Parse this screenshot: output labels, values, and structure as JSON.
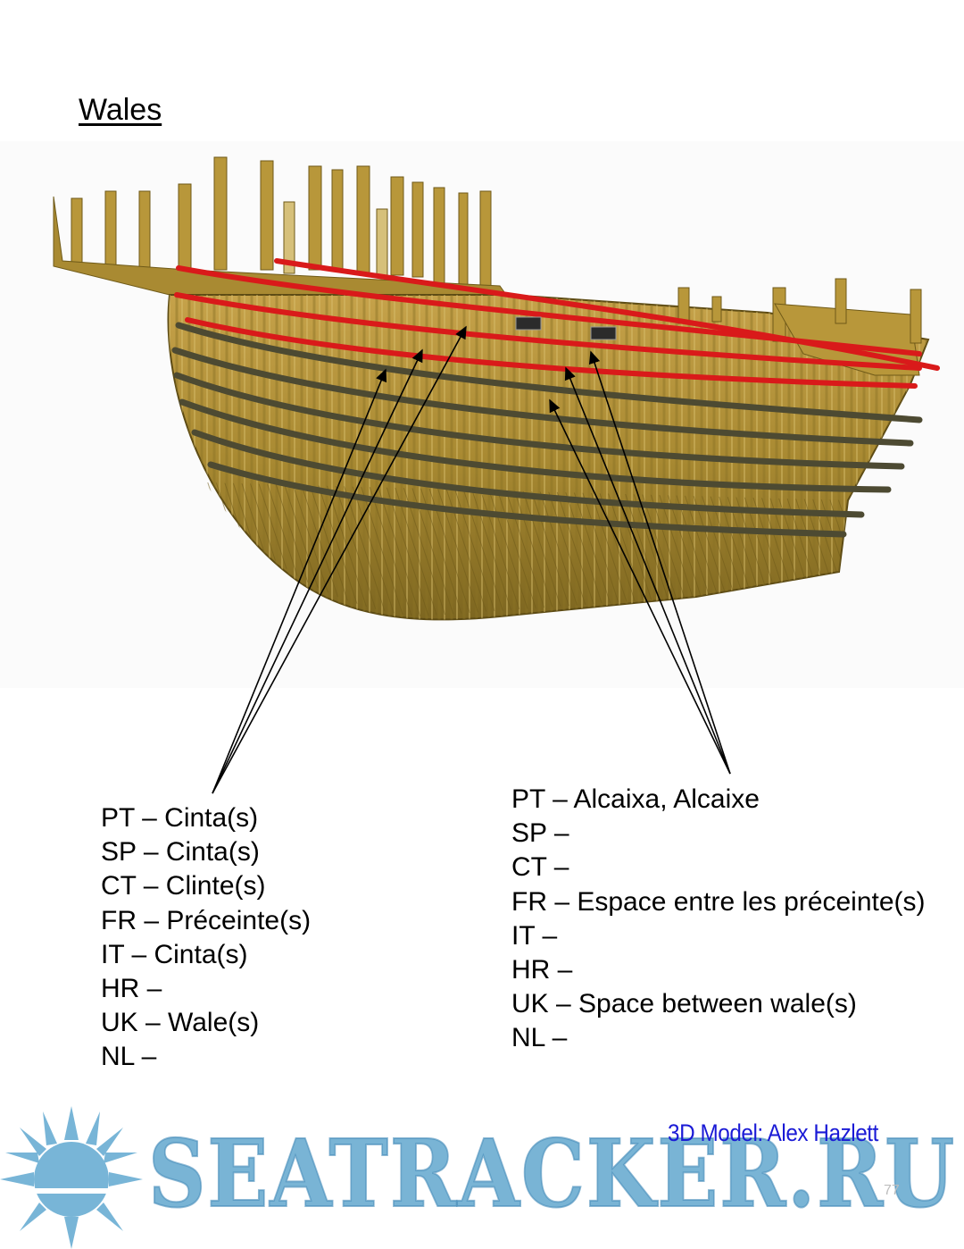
{
  "page": {
    "title": "Wales",
    "credit": "3D Model: Alex Hazlett",
    "page_number": "77"
  },
  "figure": {
    "subject": "ship-hull-3d-model"
  },
  "left_terms": [
    "PT – Cinta(s)",
    "SP – Cinta(s)",
    "CT – Clinte(s)",
    "FR – Préceinte(s)",
    "IT – Cinta(s)",
    "HR –",
    "UK – Wale(s)",
    "NL –"
  ],
  "right_terms": [
    "PT – Alcaixa, Alcaixe",
    "SP –",
    "CT –",
    "FR – Espace entre les préceinte(s)",
    "IT –",
    "HR –",
    "UK – Space between wale(s)",
    "NL –"
  ],
  "watermark": {
    "text": "SEATRACKER.RU",
    "icon": "sun-icon"
  },
  "colors": {
    "wale_highlight": "#d91a1a",
    "hull_wood": "#a8862c",
    "credit_text": "#1a1ad6",
    "watermark": "#5ca4cc"
  }
}
